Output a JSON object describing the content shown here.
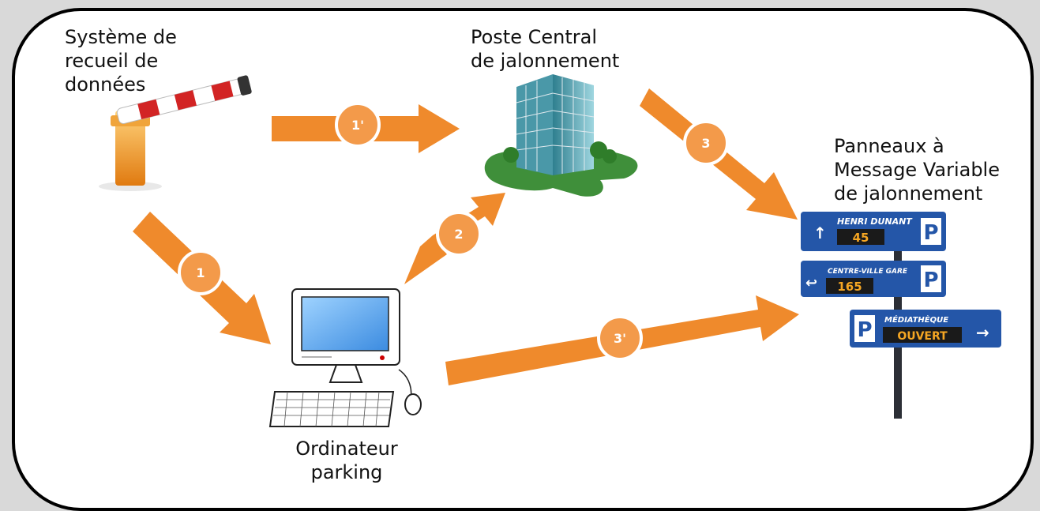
{
  "labels": {
    "source": [
      "Système de",
      "recueil de",
      "données"
    ],
    "central": [
      "Poste Central",
      "de jalonnement"
    ],
    "panels": [
      "Panneaux à",
      "Message Variable",
      "de jalonnement"
    ],
    "computer": [
      "Ordinateur",
      "parking"
    ]
  },
  "arrows": {
    "a1prime": "1'",
    "a1": "1",
    "a2": "2",
    "a3": "3",
    "a3prime": "3'"
  },
  "signs": {
    "sign1_title": "HENRI DUNANT",
    "sign1_value": "45",
    "sign2_title": "CENTRE-VILLE GARE",
    "sign2_value": "165",
    "sign3_title": "MÉDIATHÈQUE",
    "sign3_value": "OUVERT",
    "p_letter": "P"
  },
  "colors": {
    "arrow": "#ef8a2c",
    "badge": "#f39a4a",
    "sign_blue": "#2456a8",
    "background": "#d9d9d9",
    "panel": "#ffffff"
  }
}
